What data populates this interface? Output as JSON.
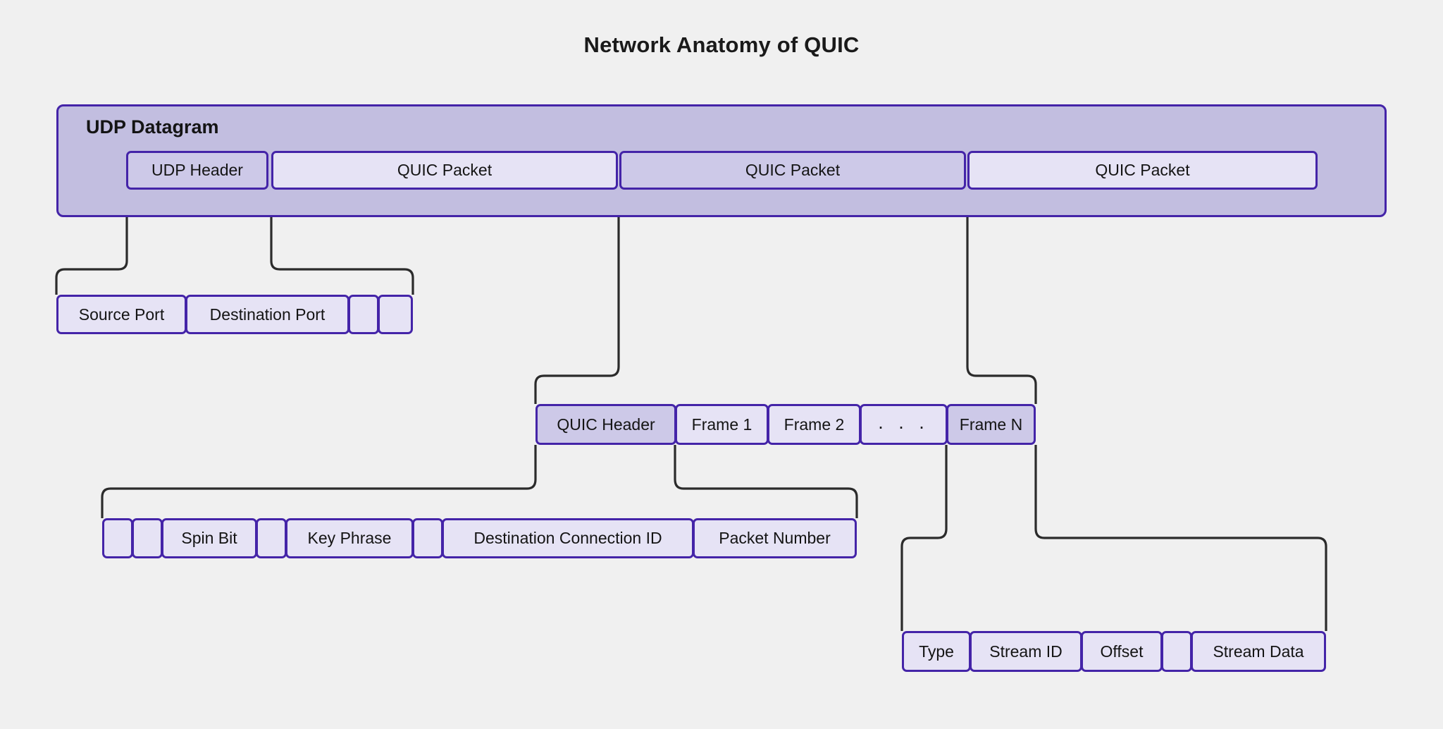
{
  "page": {
    "title": "Network Anatomy of QUIC",
    "background_color": "#f0f0f0",
    "accent_border_color": "#4424a8",
    "fill_light": "#e6e3f5",
    "fill_dark": "#cdc9e8",
    "fill_container": "#c2bee0",
    "connector_color": "#2b2b2b"
  },
  "datagram": {
    "label": "UDP Datagram",
    "fields": [
      {
        "label": "UDP Header",
        "shade": "dark"
      },
      {
        "label": "QUIC Packet",
        "shade": "light"
      },
      {
        "label": "QUIC Packet",
        "shade": "dark"
      },
      {
        "label": "QUIC Packet",
        "shade": "light"
      }
    ]
  },
  "udp_header_detail": {
    "fields": [
      {
        "label": "Source Port",
        "shade": "light"
      },
      {
        "label": "Destination Port",
        "shade": "light"
      },
      {
        "label": "",
        "shade": "light"
      },
      {
        "label": "",
        "shade": "light"
      }
    ]
  },
  "quic_packet_detail": {
    "fields": [
      {
        "label": "QUIC Header",
        "shade": "dark"
      },
      {
        "label": "Frame 1",
        "shade": "light"
      },
      {
        "label": "Frame 2",
        "shade": "light"
      },
      {
        "label": ". . .",
        "shade": "light"
      },
      {
        "label": "Frame N",
        "shade": "dark"
      }
    ]
  },
  "quic_header_detail": {
    "fields": [
      {
        "label": "",
        "shade": "light"
      },
      {
        "label": "",
        "shade": "light"
      },
      {
        "label": "Spin Bit",
        "shade": "light"
      },
      {
        "label": "",
        "shade": "light"
      },
      {
        "label": "Key Phrase",
        "shade": "light"
      },
      {
        "label": "",
        "shade": "light"
      },
      {
        "label": "Destination Connection ID",
        "shade": "light"
      },
      {
        "label": "Packet Number",
        "shade": "light"
      }
    ]
  },
  "frame_detail": {
    "fields": [
      {
        "label": "Type",
        "shade": "light"
      },
      {
        "label": "Stream ID",
        "shade": "light"
      },
      {
        "label": "Offset",
        "shade": "light"
      },
      {
        "label": "",
        "shade": "light"
      },
      {
        "label": "Stream Data",
        "shade": "light"
      }
    ]
  }
}
